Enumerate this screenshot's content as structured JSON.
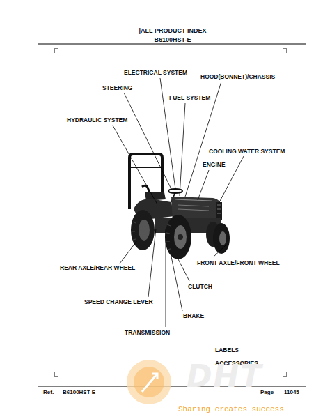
{
  "diagram": {
    "title": "|ALL PRODUCT INDEX",
    "labels": [
      "B6100HST-E",
      "ELECTRICAL SYSTEM",
      "HOOD(BONNET)/CHASSIS",
      "STEERING",
      "FUEL SYSTEM",
      "HYDRAULIC SYSTEM",
      "COOLING WATER SYSTEM",
      "ENGINE",
      "REAR AXLE/REAR WHEEL",
      "FRONT AXLE/FRONT WHEEL",
      "CLUTCH",
      "SPEED CHANGE LEVER",
      "BRAKE",
      "TRANSMISSION",
      "LABELS",
      "ACCESSORIES",
      "Ref.",
      "B6100HST-E",
      "Page",
      "11045",
      "DHT",
      "Sharing creates success"
    ]
  }
}
